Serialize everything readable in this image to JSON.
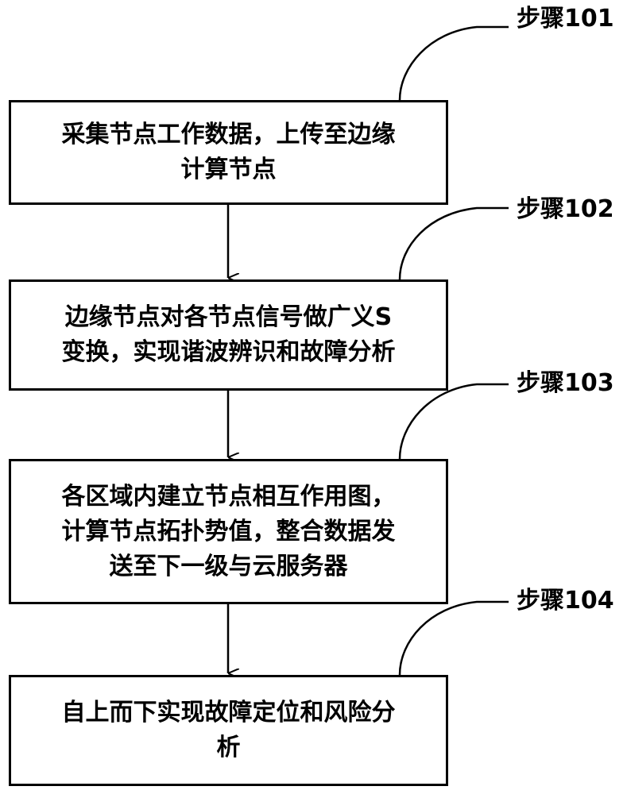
{
  "steps": [
    {
      "label": "步骤101",
      "lines": [
        "采集节点工作数据，上传至边缘",
        "计算节点"
      ]
    },
    {
      "label": "步骤102",
      "lines": [
        "边缘节点对各节点信号做广义S",
        "变换，实现谐波辨识和故障分析"
      ]
    },
    {
      "label": "步骤103",
      "lines": [
        "各区域内建立节点相互作用图，",
        "计算节点拓扑势值，整合数据发",
        "送至下一级与云服务器"
      ]
    },
    {
      "label": "步骤104",
      "lines": [
        "自上而下实现故障定位和风险分",
        "析"
      ]
    }
  ]
}
